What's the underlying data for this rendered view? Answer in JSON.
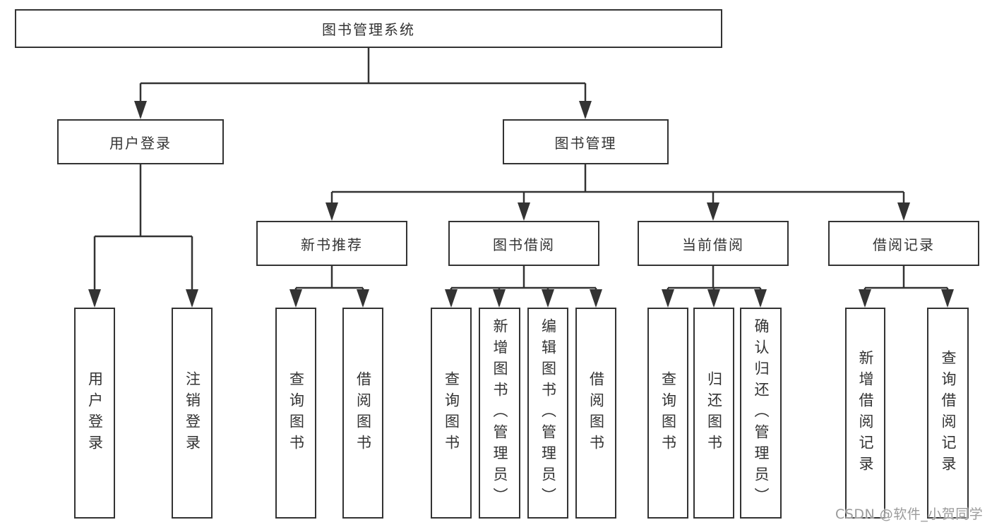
{
  "tree": {
    "label": "图书管理系统",
    "children": [
      {
        "label": "用户登录",
        "children": [
          {
            "label": "用户登录"
          },
          {
            "label": "注销登录"
          }
        ]
      },
      {
        "label": "图书管理",
        "children": [
          {
            "label": "新书推荐",
            "children": [
              {
                "label": "查询图书"
              },
              {
                "label": "借阅图书"
              }
            ]
          },
          {
            "label": "图书借阅",
            "children": [
              {
                "label": "查询图书"
              },
              {
                "label": "新增图书（管理员）"
              },
              {
                "label": "编辑图书（管理员）"
              },
              {
                "label": "借阅图书"
              }
            ]
          },
          {
            "label": "当前借阅",
            "children": [
              {
                "label": "查询图书"
              },
              {
                "label": "归还图书"
              },
              {
                "label": "确认归还（管理员）"
              }
            ]
          },
          {
            "label": "借阅记录",
            "children": [
              {
                "label": "新增借阅记录"
              },
              {
                "label": "查询借阅记录"
              }
            ]
          }
        ]
      }
    ]
  },
  "watermark": {
    "text": "CSDN @软件_小贺同学",
    "color": "#9b9b9b"
  },
  "colors": {
    "line": "#333333",
    "text": "#333333",
    "background": "#ffffff"
  }
}
